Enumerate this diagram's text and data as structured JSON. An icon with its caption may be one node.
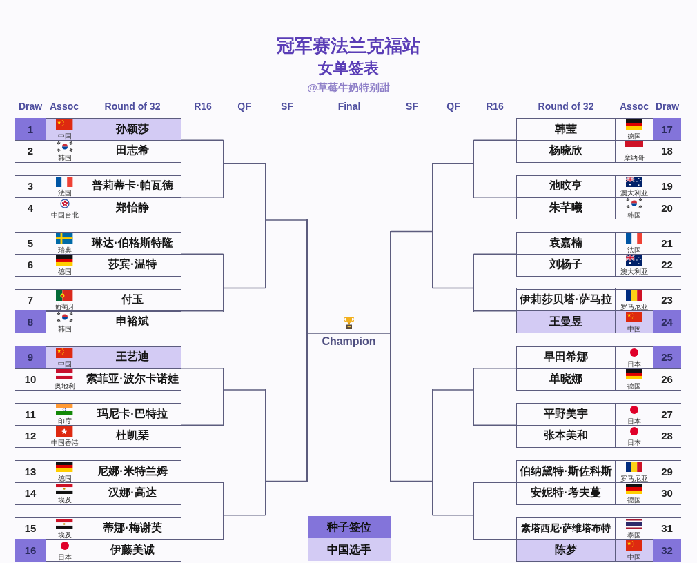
{
  "diagram": {
    "title": "冠军赛法兰克福站",
    "nodes": [
      {
        "text": [
          "1",
          "中国",
          "孙颖莎"
        ]
      },
      {
        "text": [
          "2",
          "韩国",
          "田志希"
        ]
      },
      {
        "text": [
          "3",
          "法国",
          "普莉蒂卡·帕瓦德"
        ]
      },
      {
        "text": [
          "4",
          "中国台北",
          "郑怡静"
        ]
      },
      {
        "text": [
          "5",
          "瑞典",
          "琳达·伯格斯特隆"
        ]
      },
      {
        "text": [
          "6",
          "德国",
          "莎宾·温特"
        ]
      },
      {
        "text": [
          "7",
          "葡萄牙",
          "付玉"
        ]
      },
      {
        "text": [
          "8",
          "韩国",
          "申裕斌"
        ]
      },
      {
        "text": [
          "9",
          "中国",
          "王艺迪"
        ]
      },
      {
        "text": [
          "10",
          "奥地利",
          "索菲亚·波尔卡诺娃"
        ]
      },
      {
        "text": [
          "11",
          "印度",
          "玛尼卡·巴特拉"
        ]
      },
      {
        "text": [
          "12",
          "中国香港",
          "杜凯琹"
        ]
      },
      {
        "text": [
          "13",
          "德国",
          "尼娜·米特兰姆"
        ]
      },
      {
        "text": [
          "14",
          "埃及",
          "汉娜·高达"
        ]
      },
      {
        "text": [
          "15",
          "埃及",
          "蒂娜·梅谢芙"
        ]
      },
      {
        "text": [
          "16",
          "日本",
          "伊藤美诚"
        ]
      },
      {
        "text": [
          "17",
          "德国",
          "韩莹"
        ]
      },
      {
        "text": [
          "18",
          "摩纳哥",
          "杨晓欣"
        ]
      },
      {
        "text": [
          "19",
          "澳大利亚",
          "池旼亨"
        ]
      },
      {
        "text": [
          "20",
          "韩国",
          "朱芊曦"
        ]
      },
      {
        "text": [
          "21",
          "法国",
          "袁嘉楠"
        ]
      },
      {
        "text": [
          "22",
          "澳大利亚",
          "刘杨子"
        ]
      },
      {
        "text": [
          "23",
          "罗马尼亚",
          "伊莉莎贝塔·萨马拉"
        ]
      },
      {
        "text": [
          "24",
          "中国",
          "王曼昱"
        ]
      },
      {
        "text": [
          "25",
          "日本",
          "早田希娜"
        ]
      },
      {
        "text": [
          "26",
          "德国",
          "单晓娜"
        ]
      },
      {
        "text": [
          "27",
          "日本",
          "平野美宇"
        ]
      },
      {
        "text": [
          "28",
          "日本",
          "张本美和"
        ]
      },
      {
        "text": [
          "29",
          "罗马尼亚",
          "伯纳黛特·斯佐科斯"
        ]
      },
      {
        "text": [
          "30",
          "德国",
          "安妮特·考夫蔓"
        ]
      },
      {
        "text": [
          "31",
          "泰国",
          "素塔西尼·萨维塔布特"
        ]
      },
      {
        "text": [
          "32",
          "中国",
          "陈梦"
        ]
      },
      {
        "text": [
          "Champion"
        ]
      },
      {
        "text": [],
        "shape": "bar"
      },
      {
        "text": [],
        "shape": "bar"
      },
      {
        "text": [],
        "shape": "bar"
      },
      {
        "text": [],
        "shape": "bar"
      },
      {
        "text": [],
        "shape": "bar"
      },
      {
        "text": [],
        "shape": "bar"
      },
      {
        "text": [],
        "shape": "bar"
      },
      {
        "text": [],
        "shape": "bar"
      },
      {
        "text": [],
        "shape": "bar"
      },
      {
        "text": [],
        "shape": "bar"
      },
      {
        "text": [],
        "shape": "bar"
      },
      {
        "text": [],
        "shape": "bar"
      },
      {
        "text": [],
        "shape": "bar"
      },
      {
        "text": [],
        "shape": "bar"
      }
    ],
    "edges": [
      {
        "from": 0,
        "to": 33,
        "arrow": "none"
      },
      {
        "from": 1,
        "to": 33,
        "arrow": "none"
      },
      {
        "from": 2,
        "to": 33,
        "arrow": "none"
      },
      {
        "from": 3,
        "to": 33,
        "arrow": "none"
      },
      {
        "from": 4,
        "to": 34,
        "arrow": "none"
      },
      {
        "from": 5,
        "to": 34,
        "arrow": "none"
      },
      {
        "from": 6,
        "to": 34,
        "arrow": "none"
      },
      {
        "from": 7,
        "to": 34,
        "arrow": "none"
      },
      {
        "from": 8,
        "to": 35,
        "arrow": "none"
      },
      {
        "from": 9,
        "to": 35,
        "arrow": "none"
      },
      {
        "from": 10,
        "to": 35,
        "arrow": "none"
      },
      {
        "from": 11,
        "to": 35,
        "arrow": "none"
      },
      {
        "from": 12,
        "to": 36,
        "arrow": "none"
      },
      {
        "from": 13,
        "to": 36,
        "arrow": "none"
      },
      {
        "from": 14,
        "to": 36,
        "arrow": "none"
      },
      {
        "from": 15,
        "to": 36,
        "arrow": "none"
      },
      {
        "from": 16,
        "to": 40,
        "arrow": "none"
      },
      {
        "from": 17,
        "to": 40,
        "arrow": "none"
      },
      {
        "from": 18,
        "to": 40,
        "arrow": "none"
      },
      {
        "from": 19,
        "to": 40,
        "arrow": "none"
      },
      {
        "from": 20,
        "to": 41,
        "arrow": "none"
      },
      {
        "from": 21,
        "to": 41,
        "arrow": "none"
      },
      {
        "from": 22,
        "to": 41,
        "arrow": "none"
      },
      {
        "from": 23,
        "to": 41,
        "arrow": "none"
      },
      {
        "from": 24,
        "to": 42,
        "arrow": "none"
      },
      {
        "from": 25,
        "to": 42,
        "arrow": "none"
      },
      {
        "from": 26,
        "to": 42,
        "arrow": "none"
      },
      {
        "from": 27,
        "to": 42,
        "arrow": "none"
      },
      {
        "from": 28,
        "to": 43,
        "arrow": "none"
      },
      {
        "from": 29,
        "to": 43,
        "arrow": "none"
      },
      {
        "from": 30,
        "to": 43,
        "arrow": "none"
      },
      {
        "from": 31,
        "to": 43,
        "arrow": "none"
      },
      {
        "from": 33,
        "to": 37,
        "arrow": "none"
      },
      {
        "from": 34,
        "to": 37,
        "arrow": "none"
      },
      {
        "from": 35,
        "to": 38,
        "arrow": "none"
      },
      {
        "from": 36,
        "to": 38,
        "arrow": "none"
      },
      {
        "from": 40,
        "to": 44,
        "arrow": "none"
      },
      {
        "from": 41,
        "to": 44,
        "arrow": "none"
      },
      {
        "from": 42,
        "to": 45,
        "arrow": "none"
      },
      {
        "from": 43,
        "to": 45,
        "arrow": "none"
      },
      {
        "from": 37,
        "to": 39,
        "arrow": "none"
      },
      {
        "from": 38,
        "to": 39,
        "arrow": "none"
      },
      {
        "from": 44,
        "to": 46,
        "arrow": "none"
      },
      {
        "from": 45,
        "to": 46,
        "arrow": "none"
      },
      {
        "from": 39,
        "to": 46,
        "arrow": "none"
      }
    ],
    "labels": [
      "女单签表",
      "@草莓牛奶特别甜",
      "Draw",
      "Assoc",
      "Round of 32",
      "R16",
      "QF",
      "SF",
      "Final",
      "SF",
      "QF",
      "R16",
      "Round of 32",
      "Assoc",
      "Draw"
    ],
    "legend": [
      {
        "text": "种子签位",
        "color": "#8374da"
      },
      {
        "text": "中国选手",
        "color": "#d3cbf4"
      }
    ]
  }
}
